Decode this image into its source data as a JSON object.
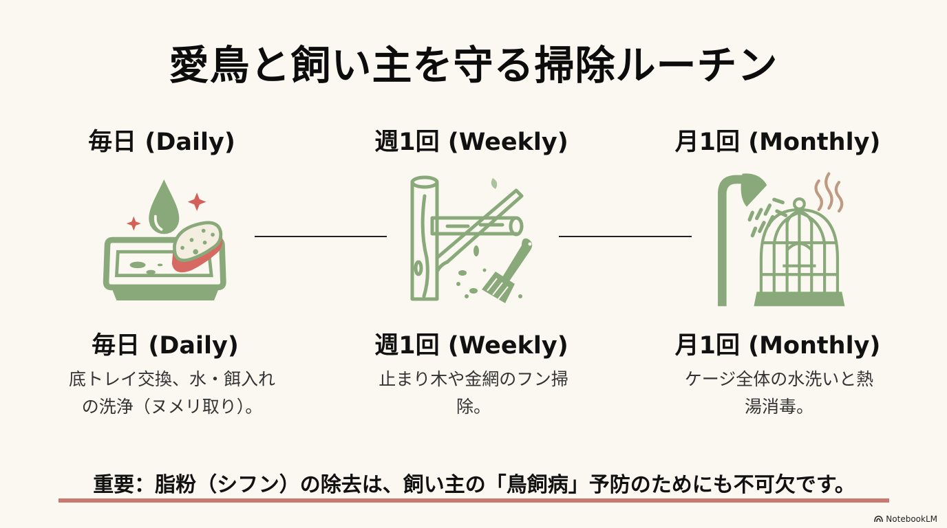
{
  "title": "愛鳥と飼い主を守る掃除ルーチン",
  "colors": {
    "background": "#fbf8f1",
    "icon_green": "#8aa97a",
    "accent_red": "#d4605a",
    "underline": "#c97872",
    "steam_brown": "#b48a70"
  },
  "columns": [
    {
      "heading": "毎日 (Daily)",
      "icon": "tray-sponge-water-drop-icon",
      "subheading": "毎日 (Daily)",
      "description_line1": "底トレイ交換、水・餌入れ",
      "description_line2": "の洗浄（ヌメリ取り）。"
    },
    {
      "heading": "週1回 (Weekly)",
      "icon": "perch-brush-icon",
      "subheading": "週1回 (Weekly)",
      "description_line1": "止まり木や金網のフン掃",
      "description_line2": "除。"
    },
    {
      "heading": "月1回 (Monthly)",
      "icon": "shower-birdcage-icon",
      "subheading": "月1回 (Monthly)",
      "description_line1": "ケージ全体の水洗いと熱",
      "description_line2": "湯消毒。"
    }
  ],
  "note": "重要：脂粉（シフン）の除去は、飼い主の「鳥飼病」予防のためにも不可欠です。",
  "brand": {
    "label": "NotebookLM",
    "icon": "notebooklm-logo-icon"
  }
}
